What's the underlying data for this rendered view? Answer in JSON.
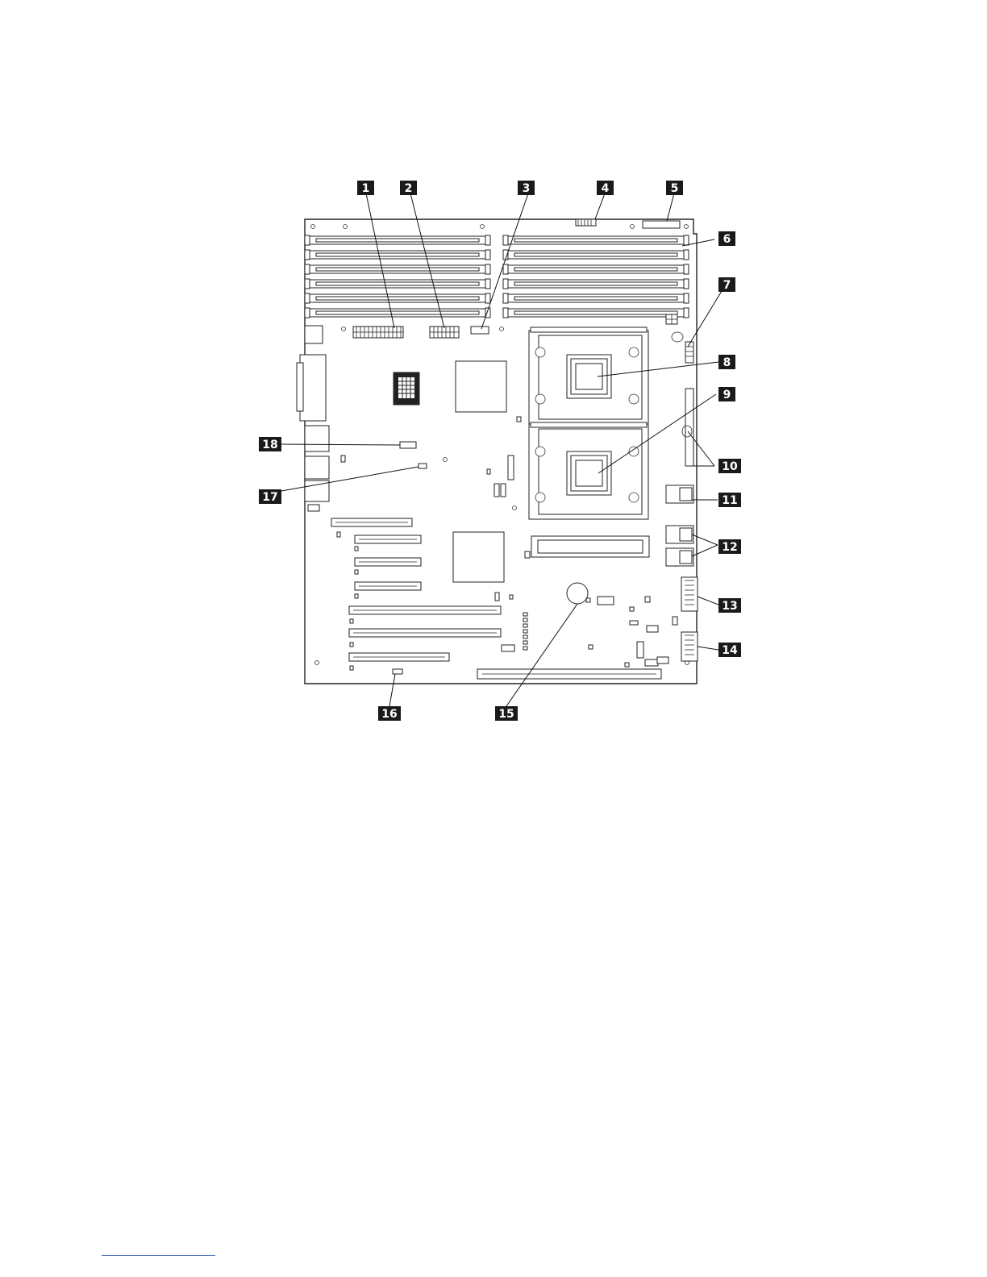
{
  "callouts": [
    {
      "id": "callout-1",
      "label": "1"
    },
    {
      "id": "callout-2",
      "label": "2"
    },
    {
      "id": "callout-3",
      "label": "3"
    },
    {
      "id": "callout-4",
      "label": "4"
    },
    {
      "id": "callout-5",
      "label": "5"
    },
    {
      "id": "callout-6",
      "label": "6"
    },
    {
      "id": "callout-7",
      "label": "7"
    },
    {
      "id": "callout-8",
      "label": "8"
    },
    {
      "id": "callout-9",
      "label": "9"
    },
    {
      "id": "callout-10",
      "label": "10"
    },
    {
      "id": "callout-11",
      "label": "11"
    },
    {
      "id": "callout-12",
      "label": "12"
    },
    {
      "id": "callout-13",
      "label": "13"
    },
    {
      "id": "callout-14",
      "label": "14"
    },
    {
      "id": "callout-15",
      "label": "15"
    },
    {
      "id": "callout-16",
      "label": "16"
    },
    {
      "id": "callout-17",
      "label": "17"
    },
    {
      "id": "callout-18",
      "label": "18"
    }
  ],
  "colors": {
    "callout_fill": "#1a1a1a",
    "callout_text": "#ffffff",
    "line": "#222222",
    "footer_rule": "#3b5bb5"
  }
}
